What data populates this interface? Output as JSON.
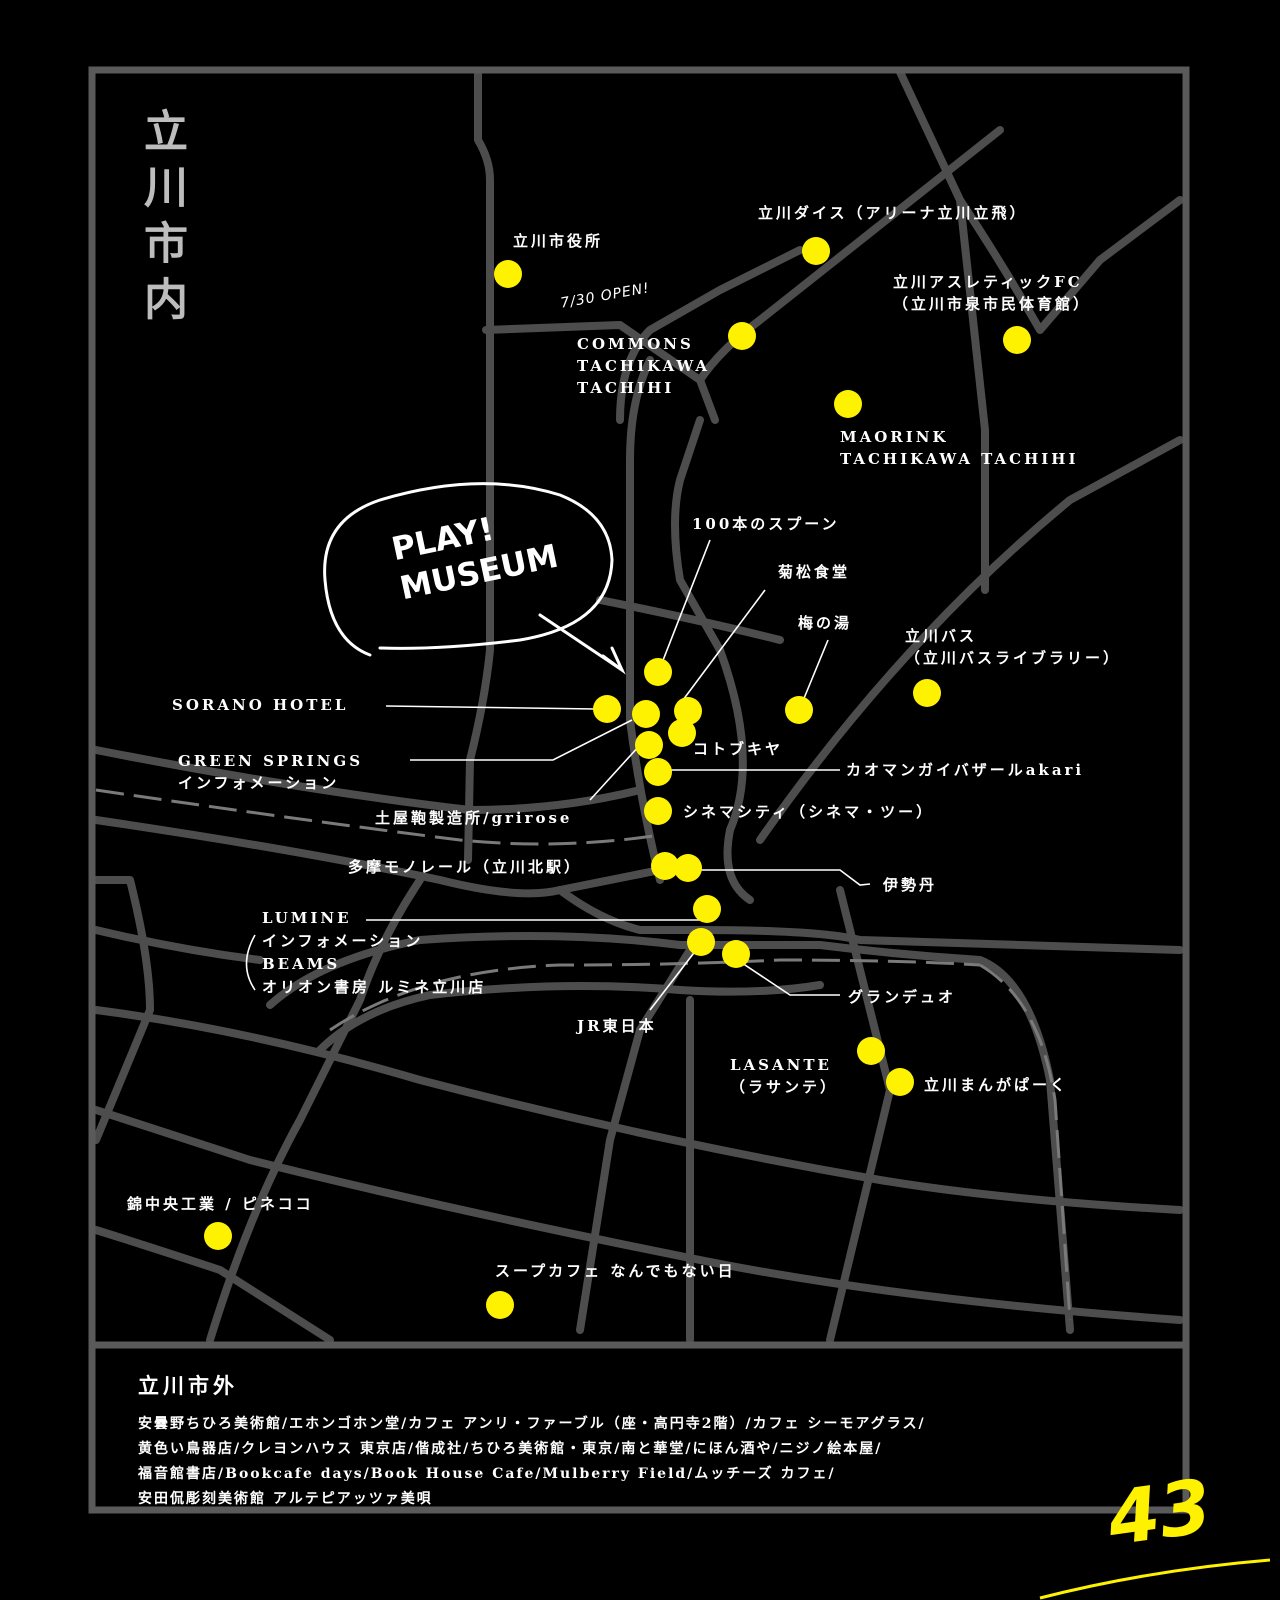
{
  "area_title": "立川市内",
  "callout": {
    "line1": "PLAY!",
    "line2": "MUSEUM"
  },
  "open_note": "7/30 OPEN!",
  "accent_color": "#fff200",
  "road_color": "#555555",
  "places": {
    "city_hall": [
      "立川市役所"
    ],
    "dice": [
      "立川ダイス（アリーナ立川立飛）"
    ],
    "athletic": [
      "立川アスレティックFC",
      "（立川市泉市民体育館）"
    ],
    "commons": [
      "COMMONS",
      "TACHIKAWA",
      "TACHIHI"
    ],
    "maorink": [
      "MAORINK",
      "TACHIKAWA TACHIHI"
    ],
    "spoon": [
      "100本のスプーン"
    ],
    "kikumatsu": [
      "菊松食堂"
    ],
    "umenoyu": [
      "梅の湯"
    ],
    "bus": [
      "立川バス",
      "（立川バスライブラリー）"
    ],
    "sorano": [
      "SORANO HOTEL"
    ],
    "green": [
      "GREEN SPRINGS",
      "インフォメーション"
    ],
    "kotobukiya": [
      "コトブキヤ"
    ],
    "kaoman": [
      "カオマンガイバザールakari"
    ],
    "tsuchiya": [
      "土屋鞄製造所/grirose"
    ],
    "cinema": [
      "シネマシティ（シネマ・ツー）"
    ],
    "monorail": [
      "多摩モノレール（立川北駅）"
    ],
    "isetan": [
      "伊勢丹"
    ],
    "lumine": [
      "LUMINE",
      "インフォメーション",
      "BEAMS",
      "オリオン書房 ルミネ立川店"
    ],
    "grandduo": [
      "グランデュオ"
    ],
    "jr": [
      "JR東日本"
    ],
    "lasante": [
      "LASANTE",
      "（ラサンテ）"
    ],
    "mangapark": [
      "立川まんがぱーく"
    ],
    "nishiki": [
      "錦中央工業 / ピネココ"
    ],
    "soupcafe": [
      "スープカフェ なんでもない日"
    ]
  },
  "outside": {
    "heading": "立川市外",
    "list": [
      "安曇野ちひろ美術館/エホンゴホン堂/カフェ アンリ・ファーブル（座・高円寺2階）/カフェ シーモアグラス/",
      "黄色い鳥器店/クレヨンハウス 東京店/偕成社/ちひろ美術館・東京/南と華堂/にほん酒や/ニジノ絵本屋/",
      "福音館書店/Bookcafe days/Book House Cafe/Mulberry Field/ムッチーズ カフェ/",
      "安田侃彫刻美術館 アルテピアッツァ美唄"
    ]
  },
  "page_number": "43"
}
